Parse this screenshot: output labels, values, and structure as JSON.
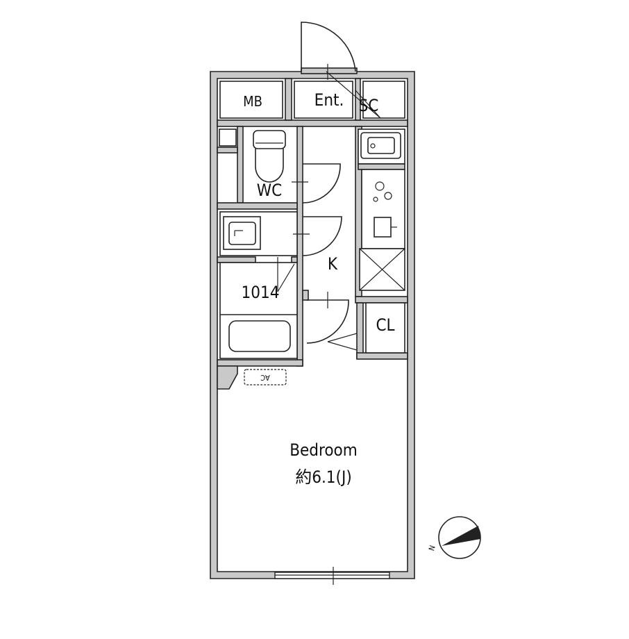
{
  "rooms": {
    "mb": "MB",
    "ent": "Ent.",
    "sc": "SC",
    "wc": "WC",
    "k": "K",
    "unit_bath": "1014",
    "cl": "CL",
    "ac": "AC",
    "bedroom": "Bedroom",
    "bedroom_size": "約6.1(J)"
  },
  "compass": {
    "label": "N"
  },
  "colors": {
    "wall": "#c9c9c9",
    "line": "#222222",
    "background": "#ffffff"
  }
}
